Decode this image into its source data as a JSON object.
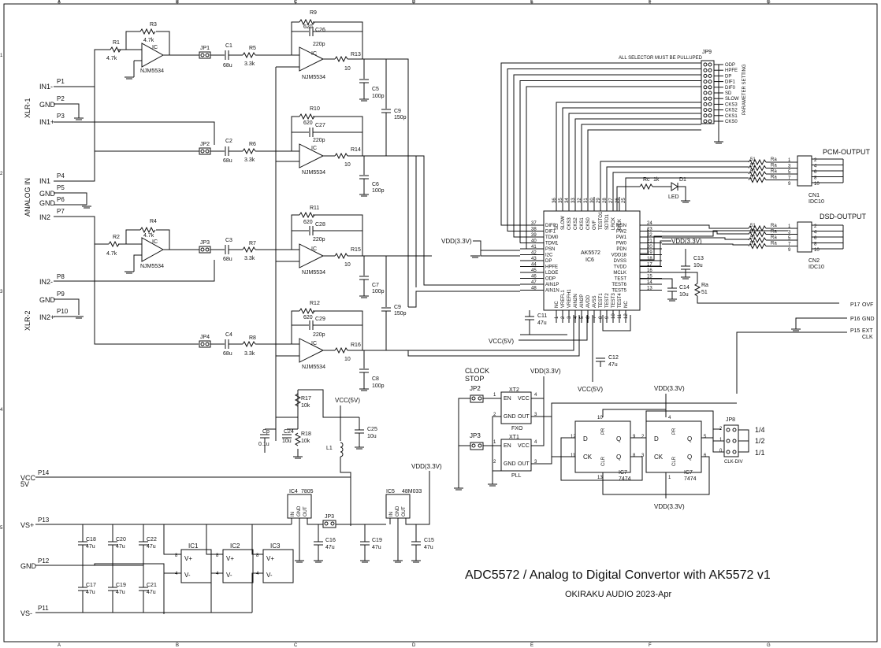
{
  "border": {
    "cols_top": [
      "A",
      "B",
      "C",
      "D",
      "E",
      "F",
      "G"
    ],
    "cols_bottom": [
      "A",
      "B",
      "C",
      "D",
      "E",
      "F",
      "G"
    ],
    "rows": [
      "1",
      "2",
      "3",
      "4",
      "5"
    ]
  },
  "title": {
    "main": "ADC5572 / Analog to Digital Convertor with AK5572 v1",
    "sub": "OKIRAKU AUDIO 2023-Apr"
  },
  "input_labels": {
    "xlr1": "XLR-1",
    "analog_in": "ANALOG IN",
    "xlr2": "XLR-2",
    "in1m": "IN1-",
    "gnd_a": "GND",
    "in1p": "IN1+",
    "in1": "IN1",
    "gnd_b": "GND",
    "gnd_c": "GND",
    "in2": "IN2",
    "in2m": "IN2-",
    "gnd_d": "GND",
    "in2p": "IN2+"
  },
  "pins": [
    "P1",
    "P2",
    "P3",
    "P4",
    "P5",
    "P6",
    "P7",
    "P8",
    "P9",
    "P10",
    "P11",
    "P12",
    "P13",
    "P14",
    "P15",
    "P16",
    "P17"
  ],
  "opamp": {
    "part": "NJM5534",
    "ic": "IC"
  },
  "front_end": {
    "r1": "R1",
    "r1v": "4.7k",
    "r3": "R3",
    "r3v": "4.7k",
    "r2": "R2",
    "r2v": "4.7k",
    "r4": "R4",
    "r4v": "4.7k",
    "jp1": "JP1",
    "jp2r": "JP2",
    "jp3r": "JP3",
    "jp4": "JP4",
    "c1": "C1",
    "c2": "C2",
    "c3": "C3",
    "c4": "C4",
    "cap68": "68u",
    "r5": "R5",
    "r6": "R6",
    "r7": "R7",
    "r8": "R8",
    "r33": "3.3k",
    "r9": "R9",
    "r10": "R10",
    "r11": "R11",
    "r12": "R12",
    "r620": "620",
    "c26": "C26",
    "c27": "C27",
    "c28": "C28",
    "c29": "C29",
    "c220": "220p",
    "r13": "R13",
    "r14": "R14",
    "r15": "R15",
    "r16": "R16",
    "r10v": "10",
    "c5": "C5",
    "c6": "C6",
    "c7": "C7",
    "c8": "C8",
    "c100": "100p",
    "c9": "C9",
    "c150": "150p"
  },
  "bias": {
    "r17": "R17",
    "r17v": "10k",
    "r18": "R18",
    "r18v": "10k",
    "cp": "Cp",
    "cpv": "0.1u",
    "c24": "C24",
    "c24v": "10u",
    "c25": "C25",
    "c25v": "10u",
    "l1": "L1",
    "vcc5": "VCC(5V)"
  },
  "adc": {
    "name": "AK5572",
    "ic": "IC6",
    "left_nums": [
      "37",
      "38",
      "39",
      "40",
      "41",
      "42",
      "43",
      "44",
      "45",
      "46",
      "47",
      "48"
    ],
    "left_names": [
      "DIF0",
      "DIF1",
      "TDM0",
      "TDM1",
      "PSN",
      "I2C",
      "DP",
      "HPFE",
      "LDOE",
      "ODP",
      "AIN1P",
      "AIN1N"
    ],
    "right_nums": [
      "24",
      "23",
      "22",
      "21",
      "20",
      "19",
      "18",
      "17",
      "16",
      "15",
      "14",
      "13"
    ],
    "right_names": [
      "MSN",
      "PW2",
      "PW1",
      "PW0",
      "PDN",
      "VDD18",
      "DVSS",
      "TVDD",
      "MCLK",
      "TEST",
      "TEST6",
      "TEST5"
    ],
    "top_nums": [
      "36",
      "35",
      "34",
      "33",
      "32",
      "31",
      "30",
      "29",
      "28",
      "27",
      "26",
      "25"
    ],
    "top_names": [
      "SD",
      "SLOW",
      "CKS3",
      "CKS2",
      "CKS1",
      "CKS0",
      "OVF",
      "TESTO1",
      "SDTO1",
      "LRCK",
      "BICK",
      ""
    ],
    "bottom_nums": [
      "1",
      "2",
      "3",
      "4",
      "5",
      "6",
      "7",
      "8",
      "9",
      "10",
      "11",
      "12"
    ],
    "bottom_names": [
      "NC",
      "VREFL1",
      "VREFH1",
      "AIN2N",
      "AIN2P",
      "AVDD",
      "AVSS",
      "TEST1",
      "TEST2",
      "TEST3",
      "TEST4",
      "NC"
    ]
  },
  "adc_misc": {
    "vdd33_left": "VDD(3.3V)",
    "vdd33_right": "VDD(3.3V)",
    "rc": "Rc",
    "rcv": "1k",
    "d1": "D1",
    "led": "LED",
    "c13": "C13",
    "c13v": "10u",
    "c14": "C14",
    "c14v": "10u",
    "ra": "Ra",
    "r51": "51",
    "c11": "C11",
    "c11v": "47u",
    "c12": "C12",
    "c12v": "47u",
    "vcc5_a": "VCC(5V)",
    "vcc5_b": "VCC(5V)"
  },
  "jp9": {
    "name": "JP9",
    "note": "ALL SELECTOR MUST BE PULLUPED",
    "side": "PARAMETER SETTING",
    "labels": [
      "ODP",
      "HPFE",
      "DP",
      "DIF1",
      "DIF0",
      "SD",
      "SLOW",
      "CKS3",
      "CKS2",
      "CKS1",
      "CKS0"
    ]
  },
  "pcm_out": {
    "title": "PCM-OUTPUT",
    "cn": "CN1",
    "type": "IDC10",
    "left": [
      "1",
      "3",
      "5",
      "7",
      "9"
    ],
    "right": [
      "2",
      "4",
      "6",
      "8",
      "10"
    ],
    "r": "51",
    "ra": "Ra"
  },
  "dsd_out": {
    "title": "DSD-OUTPUT",
    "cn": "CN2",
    "type": "IDC10",
    "left": [
      "1",
      "3",
      "5",
      "7",
      "9"
    ],
    "right": [
      "2",
      "4",
      "6",
      "8",
      "10"
    ],
    "r": "51",
    "ra": "Ra"
  },
  "ext_pins": {
    "p17": "P17",
    "ovf": "OVF",
    "p16": "P16",
    "gnd": "GND",
    "p15": "P15",
    "ext": "EXT",
    "clk": "CLK"
  },
  "clock": {
    "stop1": "CLOCK",
    "stop2": "STOP",
    "jp2": "JP2",
    "jp3": "JP3",
    "xt2": "XT2",
    "fxo": "FXO",
    "xt1": "XT1",
    "pll": "PLL",
    "en": "EN",
    "vcc": "VCC",
    "gndp": "GND",
    "out": "OUT",
    "n1": "1",
    "n2": "2",
    "n3": "3",
    "n4": "4",
    "vdd_a": "VDD(3.3V)",
    "vdd_b": "VDD(3.3V)",
    "vdd_c": "VDD(3.3V)"
  },
  "flipflop": {
    "ic7": "IC7",
    "part": "7474",
    "d": "D",
    "ck": "CK",
    "q": "Q",
    "qb": "Q",
    "pr": "PR",
    "clr": "CLR",
    "a_pins": [
      "12",
      "11",
      "9",
      "8",
      "10",
      "13"
    ],
    "b_pins": [
      "2",
      "3",
      "5",
      "6",
      "4",
      "1"
    ]
  },
  "jp8": {
    "name": "JP8",
    "ratios": [
      "1/4",
      "1/2",
      "1/1"
    ],
    "sub": "CLK-DIV",
    "pins": [
      "2",
      "1",
      "0"
    ]
  },
  "power": {
    "vcc5": "VCC",
    "vcc5b": "5V",
    "vsp": "VS+",
    "gnd": "GND",
    "vsm": "VS-",
    "ic4": "IC4",
    "ic4p": "7805",
    "ic5": "IC5",
    "ic5p": "48M033",
    "in": "IN",
    "gndp": "GND",
    "out": "OUT",
    "jp3": "JP3",
    "vdd33": "VDD(3.3V)",
    "caps": [
      {
        "n": "C18",
        "v": "47u"
      },
      {
        "n": "C20",
        "v": "47u"
      },
      {
        "n": "C22",
        "v": "47u"
      },
      {
        "n": "C17",
        "v": "47u"
      },
      {
        "n": "C19",
        "v": "47u"
      },
      {
        "n": "C21",
        "v": "47u"
      }
    ],
    "c16": "C16",
    "c16v": "47u",
    "c19b": "C19",
    "c19bv": "47u",
    "c15": "C15",
    "c15v": "47u",
    "ic1": "IC1",
    "ic2": "IC2",
    "ic3": "IC3",
    "vp": "V+",
    "vm": "V-",
    "p8": "8",
    "p4": "4"
  }
}
